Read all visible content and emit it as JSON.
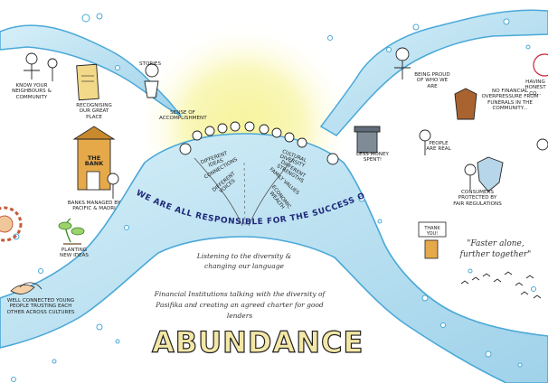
{
  "title": "ABUNDANCE",
  "arc_banner": "WE ARE ALL RESPONSIBLE FOR THE SUCCESS OF OUR FUTURE!",
  "handwriting": {
    "listening": "Listening to the diversity & changing our language",
    "financial": "Financial Institutions talking with the diversity of Pasifika and creating an agreed charter for good lenders",
    "faster": "\"Faster alone, further together\""
  },
  "left_labels": {
    "neighbours": "KNOW YOUR NEIGHBOURS & COMMUNITY",
    "great_place": "RECOGNISING OUR GREAT PLACE",
    "bank_sign": "THE BANK",
    "banks_managed": "BANKS MANAGED BY PACIFIC & MAORI",
    "planting": "PLANTING NEW IDEAS",
    "connected": "WELL CONNECTED YOUNG PEOPLE TRUSTING EACH OTHER ACROSS CULTURES"
  },
  "center_labels": {
    "stories": "STORIES",
    "accomplishment": "SENSE OF ACCOMPLISHMENT",
    "less_money": "LESS MONEY SPENT!",
    "ribbons_left": [
      "DIFFERENT IDEAS",
      "CONNECTIONS",
      "DIFFERENT VOICES"
    ],
    "ribbons_right": [
      "CULTURAL DIVERSITY",
      "DIFFERENT STRENGTHS",
      "FAMILY VALUES",
      "ECONOMIC WEALTH"
    ]
  },
  "right_labels": {
    "being_proud": "BEING PROUD OF WHO WE ARE",
    "having_honest": "HAVING HONEST CO...",
    "no_pressure": "NO FINANCIAL OVERPRESSURE FROM FUNERALS IN THE COMMUNITY...",
    "people_real": "PEOPLE ARE REAL",
    "consumers": "CONSUMERS PROTECTED BY FAIR REGULATIONS",
    "thank_sign": "THANK YOU!"
  },
  "colors": {
    "river_fill": "#bfe3f2",
    "river_edge": "#4aa8d8",
    "glow": "#f4f07a",
    "title_fill": "#f3e7a6",
    "banner_text": "#1f2a7a"
  },
  "icons": [
    "person-figure-icon",
    "bank-building-icon",
    "map-poster-icon",
    "plant-icon",
    "handshake-icon",
    "coffin-icon",
    "shield-icon",
    "rubbish-bin-icon",
    "birds-icon",
    "gear-wheel-icon",
    "globe-icon"
  ]
}
